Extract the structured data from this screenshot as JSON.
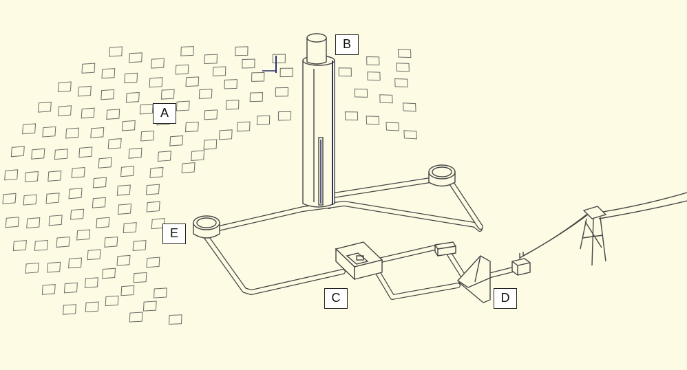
{
  "labels": {
    "a": "A",
    "b": "B",
    "c": "C",
    "d": "D",
    "e": "E"
  },
  "colors": {
    "background": "#fdfbe4",
    "line": "#444444",
    "label_border": "#222222",
    "label_fill": "#ffffff"
  }
}
